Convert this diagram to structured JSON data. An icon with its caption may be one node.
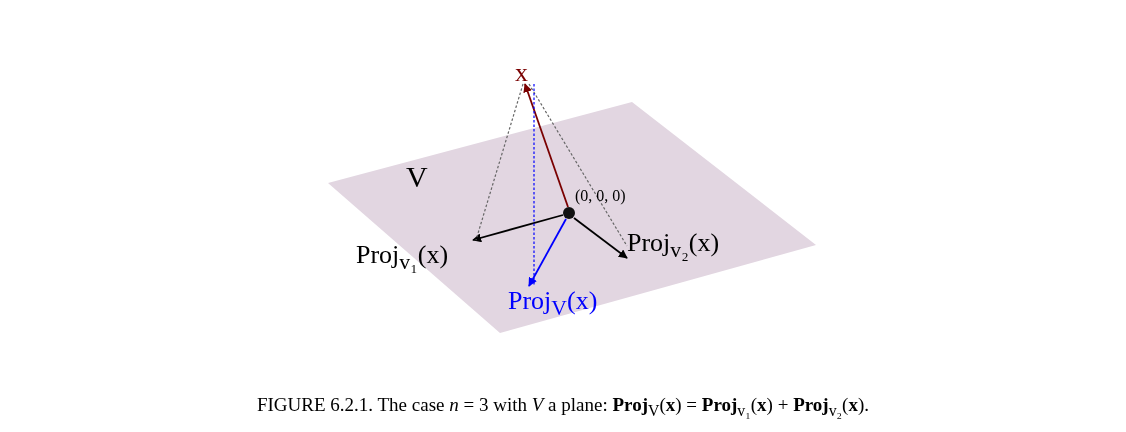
{
  "diagram": {
    "caption": "FIGURE 6.2.1. The case *n* = 3 with *V* a plane: **Proj**$_{V}$(**x**) = **Proj**$_{v₁}$(**x**) + **Proj**$_{v₂}$(**x**).",
    "nodes": [
      {
        "text": [
          "V"
        ]
      },
      {
        "text": [
          "x"
        ]
      },
      {
        "text": [],
        "shape": "circle",
        "in": 0,
        "beside": [
          "(0, 0, 0)"
        ]
      },
      {
        "text": [
          "Proj$_{v₁}$(x)"
        ]
      },
      {
        "text": [
          "Proj$_{v₂}$(x)"
        ],
        "in": 0
      },
      {
        "text": [
          "Proj$_{V}$(x)"
        ],
        "in": 0
      }
    ],
    "edges": [
      {
        "from": 2,
        "to": 1,
        "arrow": "to",
        "color": "#7a0000"
      },
      {
        "from": 2,
        "to": 3,
        "arrow": "to"
      },
      {
        "from": 2,
        "to": 4,
        "arrow": "to"
      },
      {
        "from": 2,
        "to": 5,
        "arrow": "to",
        "color": "#0000ff"
      },
      {
        "from": 1,
        "to": 3,
        "arrow": "none",
        "style": "dashed",
        "color": "#666666"
      },
      {
        "from": 1,
        "to": 4,
        "arrow": "none",
        "style": "dashed",
        "color": "#666666"
      },
      {
        "from": 1,
        "to": 5,
        "arrow": "none",
        "style": "dashed",
        "color": "#0000ff"
      }
    ]
  }
}
